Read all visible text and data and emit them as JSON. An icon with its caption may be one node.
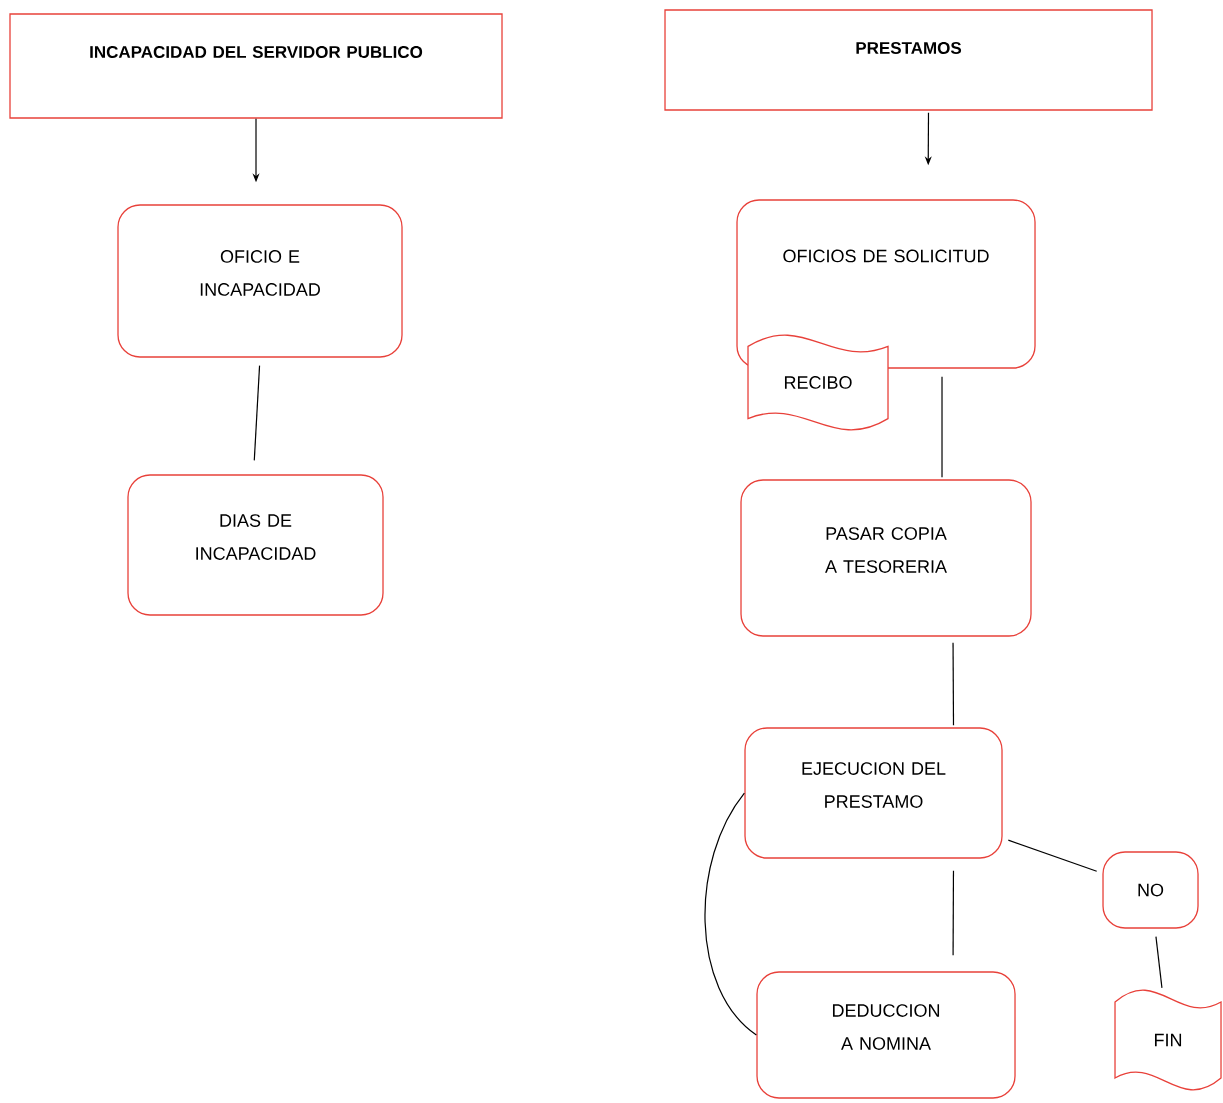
{
  "diagram": {
    "nodes": [
      {
        "text": [
          "INCAPACIDAD DEL SERVIDOR PUBLICO"
        ]
      },
      {
        "text": [
          "OFICIO E INCAPACIDAD"
        ]
      },
      {
        "text": [
          "DIAS DE INCAPACIDAD"
        ]
      },
      {
        "text": [
          "PRESTAMOS"
        ]
      },
      {
        "text": [
          "OFICIOS DE SOLICITUD"
        ]
      },
      {
        "text": [
          "RECIBO"
        ]
      },
      {
        "text": [
          "PASAR COPIA A TESORERIA"
        ]
      },
      {
        "text": [
          "EJECUCION DEL PRESTAMO"
        ]
      },
      {
        "text": [
          "NO"
        ]
      },
      {
        "text": [
          "DEDUCCION A NOMINA"
        ]
      },
      {
        "text": [
          "FIN"
        ]
      }
    ],
    "edges": [
      {
        "from": 0,
        "to": 1,
        "arrow": "to"
      },
      {
        "from": 1,
        "to": 2,
        "arrow": "none"
      },
      {
        "from": 3,
        "to": 4,
        "arrow": "to"
      },
      {
        "from": 4,
        "to": 6,
        "arrow": "none"
      },
      {
        "from": 6,
        "to": 7,
        "arrow": "none"
      },
      {
        "from": 7,
        "to": 8,
        "arrow": "none"
      },
      {
        "from": 7,
        "to": 9,
        "arrow": "none"
      },
      {
        "from": 7,
        "to": 9,
        "arrow": "none"
      },
      {
        "from": 8,
        "to": 10,
        "arrow": "none"
      }
    ]
  }
}
